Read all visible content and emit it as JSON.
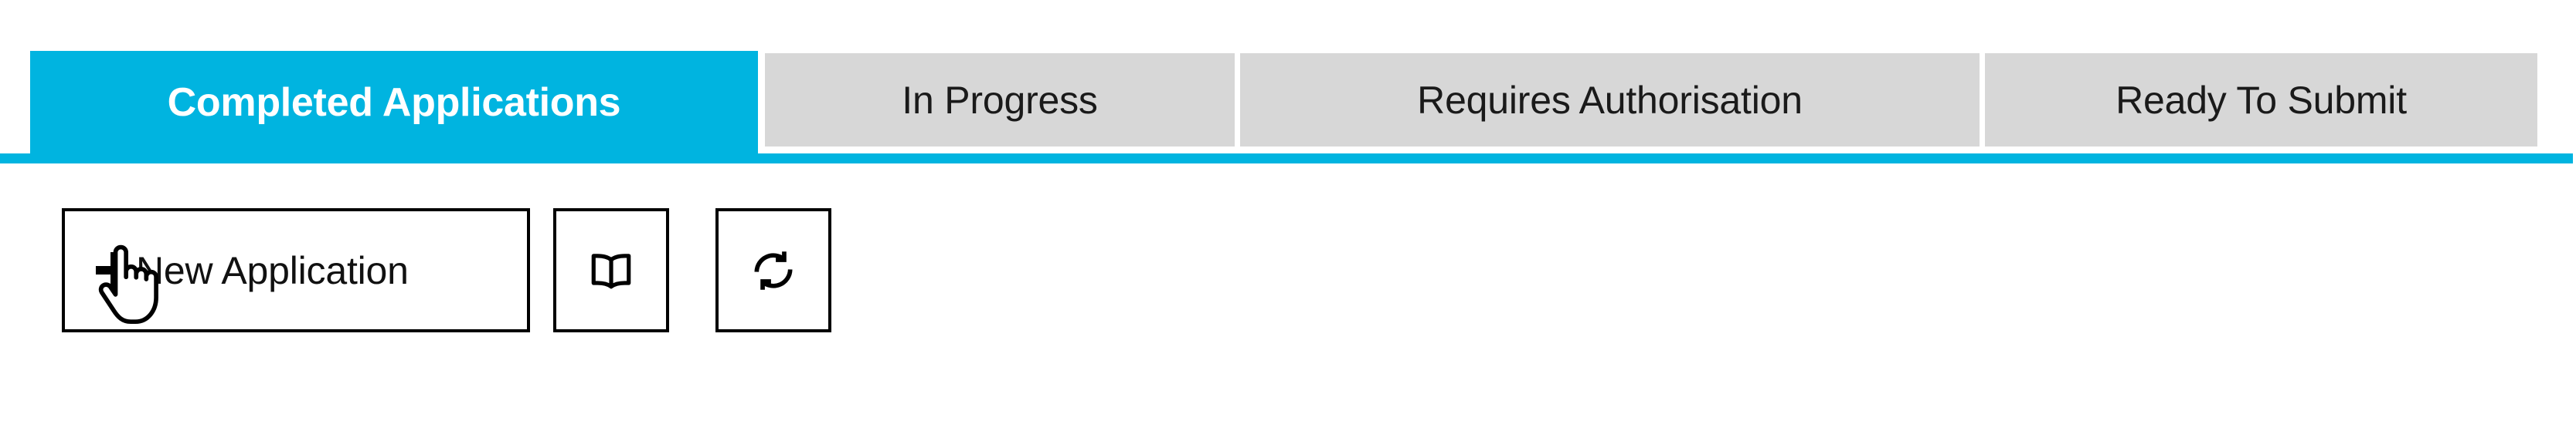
{
  "colors": {
    "accent": "#00b4e0",
    "tab_inactive_bg": "#d7d7d7",
    "text_dark": "#111111",
    "text_light": "#ffffff",
    "border": "#000000"
  },
  "tabs": {
    "active_index": 0,
    "items": [
      {
        "label": "Completed Applications",
        "state": "active"
      },
      {
        "label": "In Progress",
        "state": "inactive"
      },
      {
        "label": "Requires Authorisation",
        "state": "inactive"
      },
      {
        "label": "Ready To Submit",
        "state": "inactive"
      }
    ]
  },
  "toolbar": {
    "new_application": {
      "label": "New Application",
      "icon": "plus-icon"
    },
    "book": {
      "icon": "open-book-icon",
      "label": ""
    },
    "refresh": {
      "icon": "refresh-icon",
      "label": ""
    }
  },
  "cursor": {
    "icon": "pointing-hand-cursor"
  }
}
